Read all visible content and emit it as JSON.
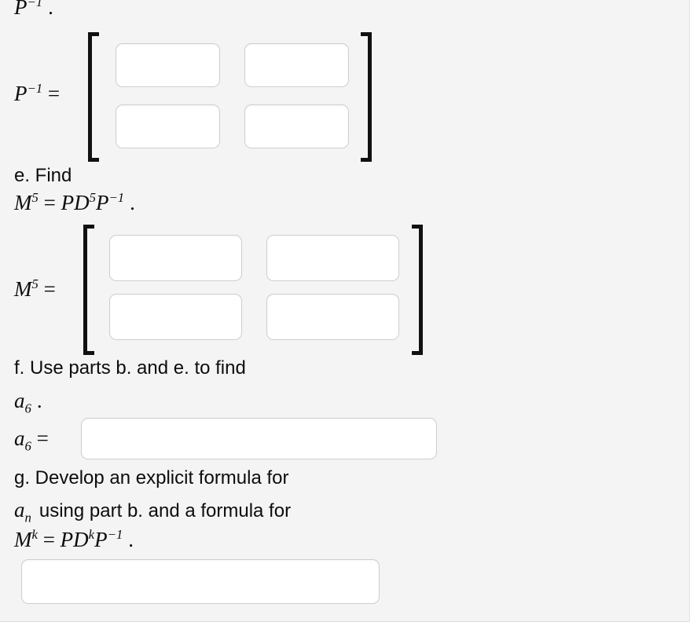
{
  "page": {
    "background_color": "#f4f4f4",
    "text_color": "#0d0d0d",
    "input_background": "#ffffff",
    "input_border_color": "#cfcfcf",
    "bracket_color": "#111111"
  },
  "top_fragment": {
    "base": "P",
    "exponent": "−1",
    "period": "."
  },
  "parts": {
    "d_result": {
      "label_base": "P",
      "label_exponent": "−1",
      "equals": "=",
      "matrix": {
        "rows": 2,
        "cols": 2,
        "cells": [
          {
            "name": "p-inv-r1c1",
            "value": "",
            "placeholder": ""
          },
          {
            "name": "p-inv-r1c2",
            "value": "",
            "placeholder": ""
          },
          {
            "name": "p-inv-r2c1",
            "value": "",
            "placeholder": ""
          },
          {
            "name": "p-inv-r2c2",
            "value": "",
            "placeholder": ""
          }
        ]
      }
    },
    "e": {
      "prompt": "e. Find",
      "formula": {
        "lhs_base": "M",
        "lhs_exponent": "5",
        "equals": "=",
        "rhs": "PD",
        "rhs_exponent": "5",
        "rhs_tail_base": "P",
        "rhs_tail_exponent": "−1",
        "period": "."
      },
      "result_label": {
        "base": "M",
        "exponent": "5",
        "equals": "="
      },
      "matrix": {
        "rows": 2,
        "cols": 2,
        "cells": [
          {
            "name": "m5-r1c1",
            "value": "",
            "placeholder": ""
          },
          {
            "name": "m5-r1c2",
            "value": "",
            "placeholder": ""
          },
          {
            "name": "m5-r2c1",
            "value": "",
            "placeholder": ""
          },
          {
            "name": "m5-r2c2",
            "value": "",
            "placeholder": ""
          }
        ]
      }
    },
    "f": {
      "prompt": "f. Use parts b. and e. to find",
      "target": {
        "base": "a",
        "subscript": "6",
        "period": "."
      },
      "answer_label": {
        "base": "a",
        "subscript": "6",
        "equals": "="
      },
      "answer": {
        "name": "a6-answer",
        "value": "",
        "placeholder": ""
      }
    },
    "g": {
      "prompt_line1": "g. Develop an explicit formula for",
      "sequence": {
        "base": "a",
        "subscript": "n"
      },
      "prompt_line2": "using part b. and a formula for",
      "formula": {
        "lhs_base": "M",
        "lhs_exponent": "k",
        "equals": "=",
        "rhs": "PD",
        "rhs_exponent": "k",
        "rhs_tail_base": "P",
        "rhs_tail_exponent": "−1",
        "period": "."
      },
      "answer": {
        "name": "g-answer",
        "value": "",
        "placeholder": ""
      }
    }
  }
}
